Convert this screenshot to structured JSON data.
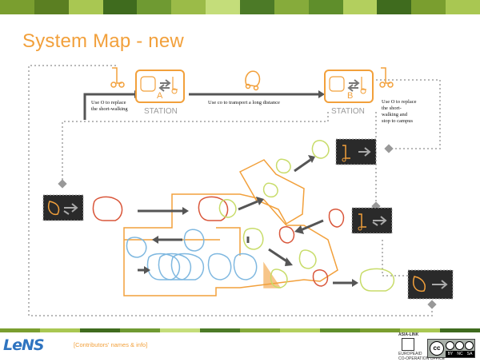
{
  "page_title": "System Map - new",
  "station_a": {
    "letter": "A",
    "word": "STATION"
  },
  "station_b": {
    "letter": "B",
    "word": "STATION"
  },
  "annotations": {
    "replace_a": [
      "Use O to replace",
      "the short-walking"
    ],
    "transport": "Use co to transport a long distance",
    "replace_b": [
      "Use O to replace",
      "the short-",
      "walking and",
      "stop to campus"
    ]
  },
  "footer": {
    "contributors": "[Contributors' names & info]",
    "logo": "LeNS",
    "asia_link": [
      "ASIA-LINK",
      "EUROPEAID",
      "CO-OPERATION OFFICE"
    ],
    "license": {
      "cc": "cc",
      "terms": [
        "BY",
        "NC",
        "SA"
      ]
    }
  },
  "colors": {
    "title": "#f2a03b",
    "orange": "#f2a03b",
    "blue_cars": "#7fb8e0",
    "red_cars": "#d9563a",
    "green_cars": "#c8dc6a",
    "arrow": "#555555",
    "station_dark": "#2a2a2a",
    "link_blue": "#2f74c0"
  },
  "icons": [
    "scooter-icon",
    "double-arrow-icon",
    "right-arrow-icon",
    "vehicle-icon",
    "diamond-marker-icon"
  ]
}
